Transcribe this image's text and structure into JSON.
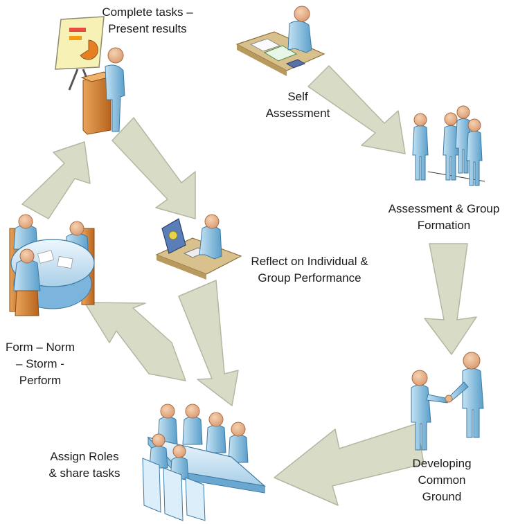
{
  "stages": {
    "present": {
      "label": "Complete tasks –\nPresent results"
    },
    "self": {
      "label": "Self\nAssessment"
    },
    "group_formation": {
      "label": "Assessment & Group\nFormation"
    },
    "reflect": {
      "label": "Reflect on Individual &\nGroup Performance"
    },
    "form_norm": {
      "label": "Form – Norm\n– Storm -\nPerform"
    },
    "developing": {
      "label": "Developing\nCommon\nGround"
    },
    "assign": {
      "label": "Assign Roles\n& share tasks"
    }
  },
  "colors": {
    "arrow_fill": "#d8dcc6",
    "arrow_stroke": "#b2b7a0",
    "figure_light": "#c4e2f2",
    "figure_dark": "#5b9fcb",
    "wood": "#d98b3a",
    "desk": "#d9c18e"
  }
}
